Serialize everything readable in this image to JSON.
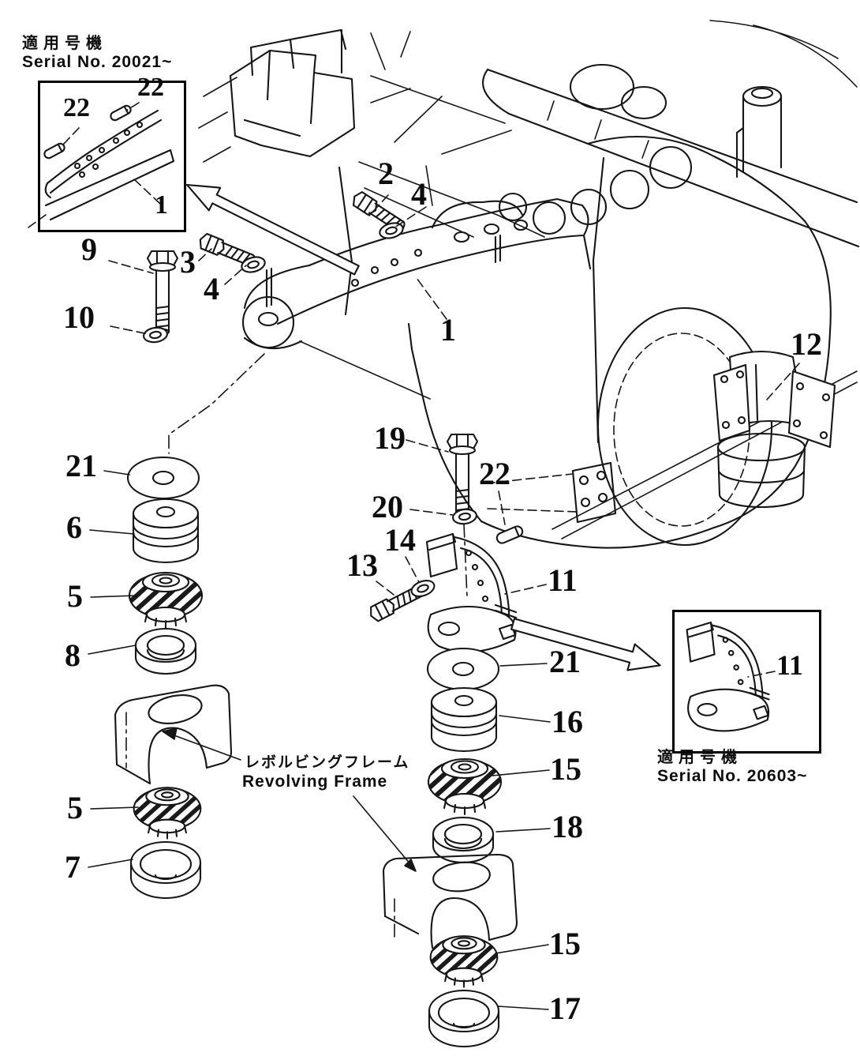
{
  "figure": {
    "type": "exploded-parts-diagram",
    "subject": "engine mounting",
    "ink_color": "#161616",
    "paper_color": "#ffffff"
  },
  "inset_top_left": {
    "machine_jp": "適用号機",
    "serial": "Serial  No.  20021~",
    "callout_22_left": "22",
    "callout_22_right": "22",
    "callout_1": "1"
  },
  "inset_bottom_right": {
    "machine_jp": "適用号機",
    "serial": "Serial  No.  20603~",
    "callout_11": "11"
  },
  "revolving_frame": {
    "jp": "レボルビングフレーム",
    "en": "Revolving  Frame"
  },
  "callouts": {
    "c1": "1",
    "c2": "2",
    "c3": "3",
    "c4_left": "4",
    "c4_right": "4",
    "c5_upper": "5",
    "c5_lower": "5",
    "c6": "6",
    "c7": "7",
    "c8": "8",
    "c9": "9",
    "c10": "10",
    "c11": "11",
    "c12": "12",
    "c13": "13",
    "c14": "14",
    "c15_upper": "15",
    "c15_lower": "15",
    "c16": "16",
    "c17": "17",
    "c18": "18",
    "c19": "19",
    "c20": "20",
    "c21_left": "21",
    "c21_mid": "21",
    "c22_main": "22"
  }
}
